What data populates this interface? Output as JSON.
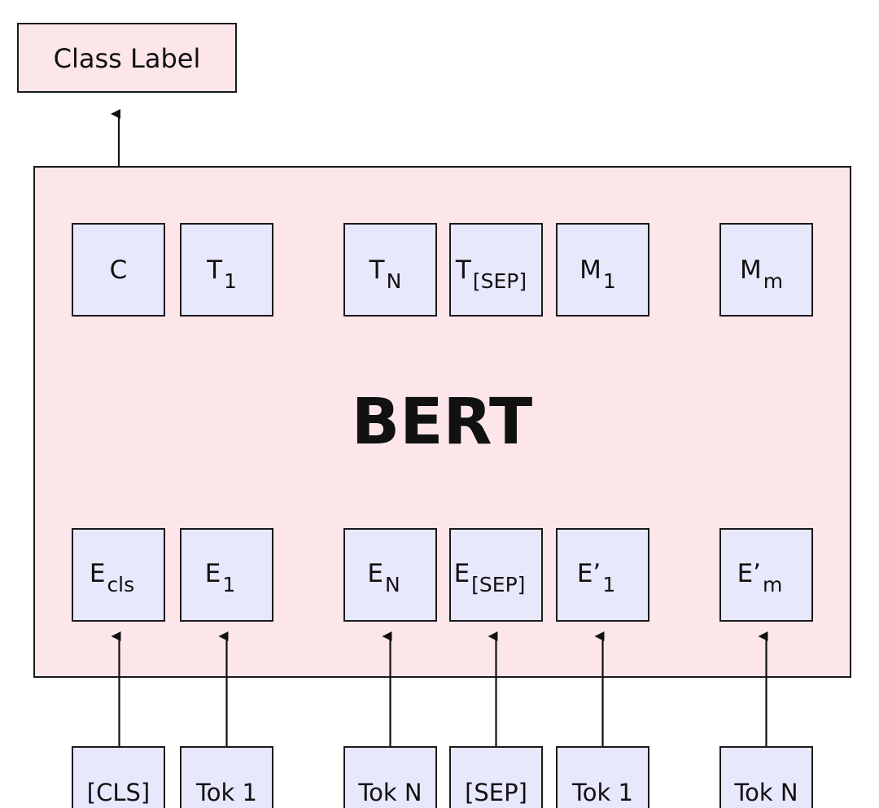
{
  "colors": {
    "output_box_fill": "#fde6ea",
    "bert_fill": "#fde6ea",
    "token_box_fill": "#e8e8fc",
    "stroke": "#1a1a1a",
    "arrow": "#111111"
  },
  "output_label": "Class Label",
  "model_label": "BERT",
  "outputs": [
    {
      "base": "C",
      "sub": ""
    },
    {
      "base": "T",
      "sub": "1"
    },
    {
      "base": "T",
      "sub": "N"
    },
    {
      "base": "T",
      "sub": "[SEP]"
    },
    {
      "base": "M",
      "sub": "1"
    },
    {
      "base": "M",
      "sub": "m"
    }
  ],
  "embeddings": [
    {
      "base": "E",
      "sub": "cls"
    },
    {
      "base": "E",
      "sub": "1"
    },
    {
      "base": "E",
      "sub": "N"
    },
    {
      "base": "E",
      "sub": "[SEP]"
    },
    {
      "base": "E’",
      "sub": "1"
    },
    {
      "base": "E’",
      "sub": "m"
    }
  ],
  "tokens": [
    "[CLS]",
    "Tok 1",
    "Tok N",
    "[SEP]",
    "Tok 1",
    "Tok N"
  ]
}
